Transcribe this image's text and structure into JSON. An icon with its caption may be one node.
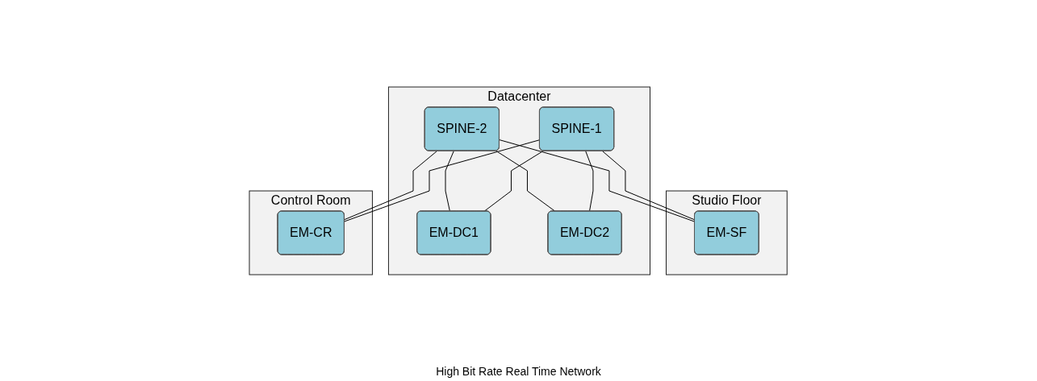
{
  "diagram": {
    "caption": "High Bit Rate Real Time Network",
    "nodes": [
      {
        "text": [
          "Studio Floor"
        ]
      },
      {
        "text": [
          "EM-SF"
        ],
        "in": 0
      },
      {
        "text": [
          "Datacenter"
        ]
      },
      {
        "text": [
          "SPINE-1"
        ],
        "in": 2
      },
      {
        "text": [
          "SPINE-2"
        ],
        "in": 2
      },
      {
        "text": [
          "EM-DC1"
        ],
        "in": 2
      },
      {
        "text": [
          "EM-DC2"
        ],
        "in": 2
      },
      {
        "text": [
          "Control Room"
        ]
      },
      {
        "text": [
          "EM-CR"
        ],
        "in": 7
      }
    ],
    "edges": [
      {
        "from": 3,
        "to": 1,
        "arrow": "none"
      },
      {
        "from": 3,
        "to": 5,
        "arrow": "none"
      },
      {
        "from": 3,
        "to": 6,
        "arrow": "none"
      },
      {
        "from": 3,
        "to": 8,
        "arrow": "none"
      },
      {
        "from": 4,
        "to": 1,
        "arrow": "none"
      },
      {
        "from": 4,
        "to": 5,
        "arrow": "none"
      },
      {
        "from": 4,
        "to": 6,
        "arrow": "none"
      },
      {
        "from": 4,
        "to": 8,
        "arrow": "none"
      }
    ]
  }
}
